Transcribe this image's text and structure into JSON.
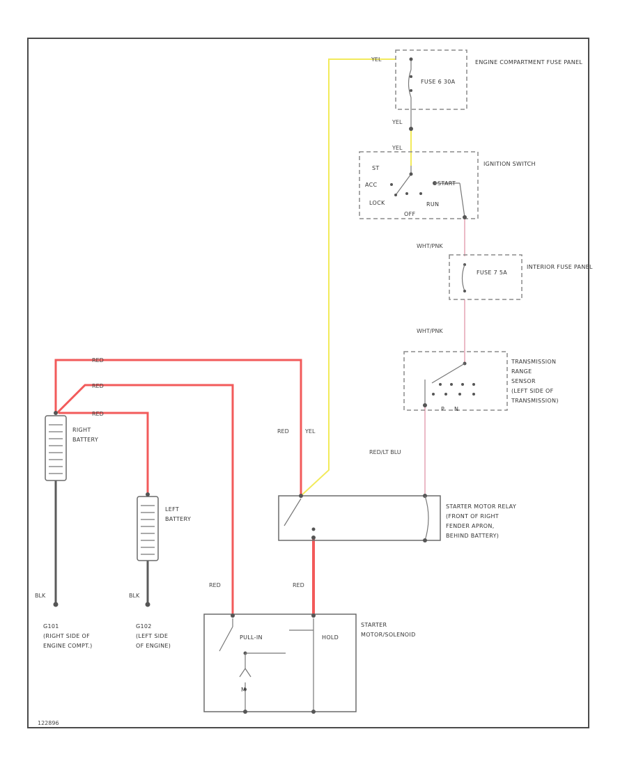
{
  "colors": {
    "red": "#f25a5a",
    "yellow": "#f2ea5a",
    "pink": "#e6a8b8",
    "black": "#5a5a5a"
  },
  "components": {
    "engine_fuse_panel": "ENGINE COMPARTMENT FUSE PANEL",
    "engine_fuse": "FUSE 6 30A",
    "ignition_switch": "IGNITION SWITCH",
    "ignition_positions": {
      "st": "ST",
      "acc": "ACC",
      "start": "START",
      "lock": "LOCK",
      "off": "OFF",
      "run": "RUN"
    },
    "interior_fuse_panel": "INTERIOR FUSE PANEL",
    "interior_fuse": "FUSE 7 5A",
    "trs": "TRANSMISSION RANGE SENSOR (LEFT SIDE OF TRANSMISSION)",
    "trs_pins": {
      "p": "P",
      "n": "N"
    },
    "relay": "STARTER MOTOR RELAY (FRONT OF RIGHT FENDER APRON, BEHIND BATTERY)",
    "right_battery": "RIGHT BATTERY",
    "left_battery": "LEFT BATTERY",
    "solenoid": "STARTER MOTOR/SOLENOID",
    "solenoid_pullin": "PULL-IN",
    "solenoid_hold": "HOLD",
    "solenoid_motor": "M",
    "g101": "G101 (RIGHT SIDE OF ENGINE COMPT.)",
    "g102": "G102 (LEFT SIDE OF ENGINE)"
  },
  "wires": {
    "red": "RED",
    "yel": "YEL",
    "blk": "BLK",
    "wht_pnk": "WHT/PNK",
    "red_lt_blu": "RED/LT BLU"
  },
  "footer_code": "122896"
}
